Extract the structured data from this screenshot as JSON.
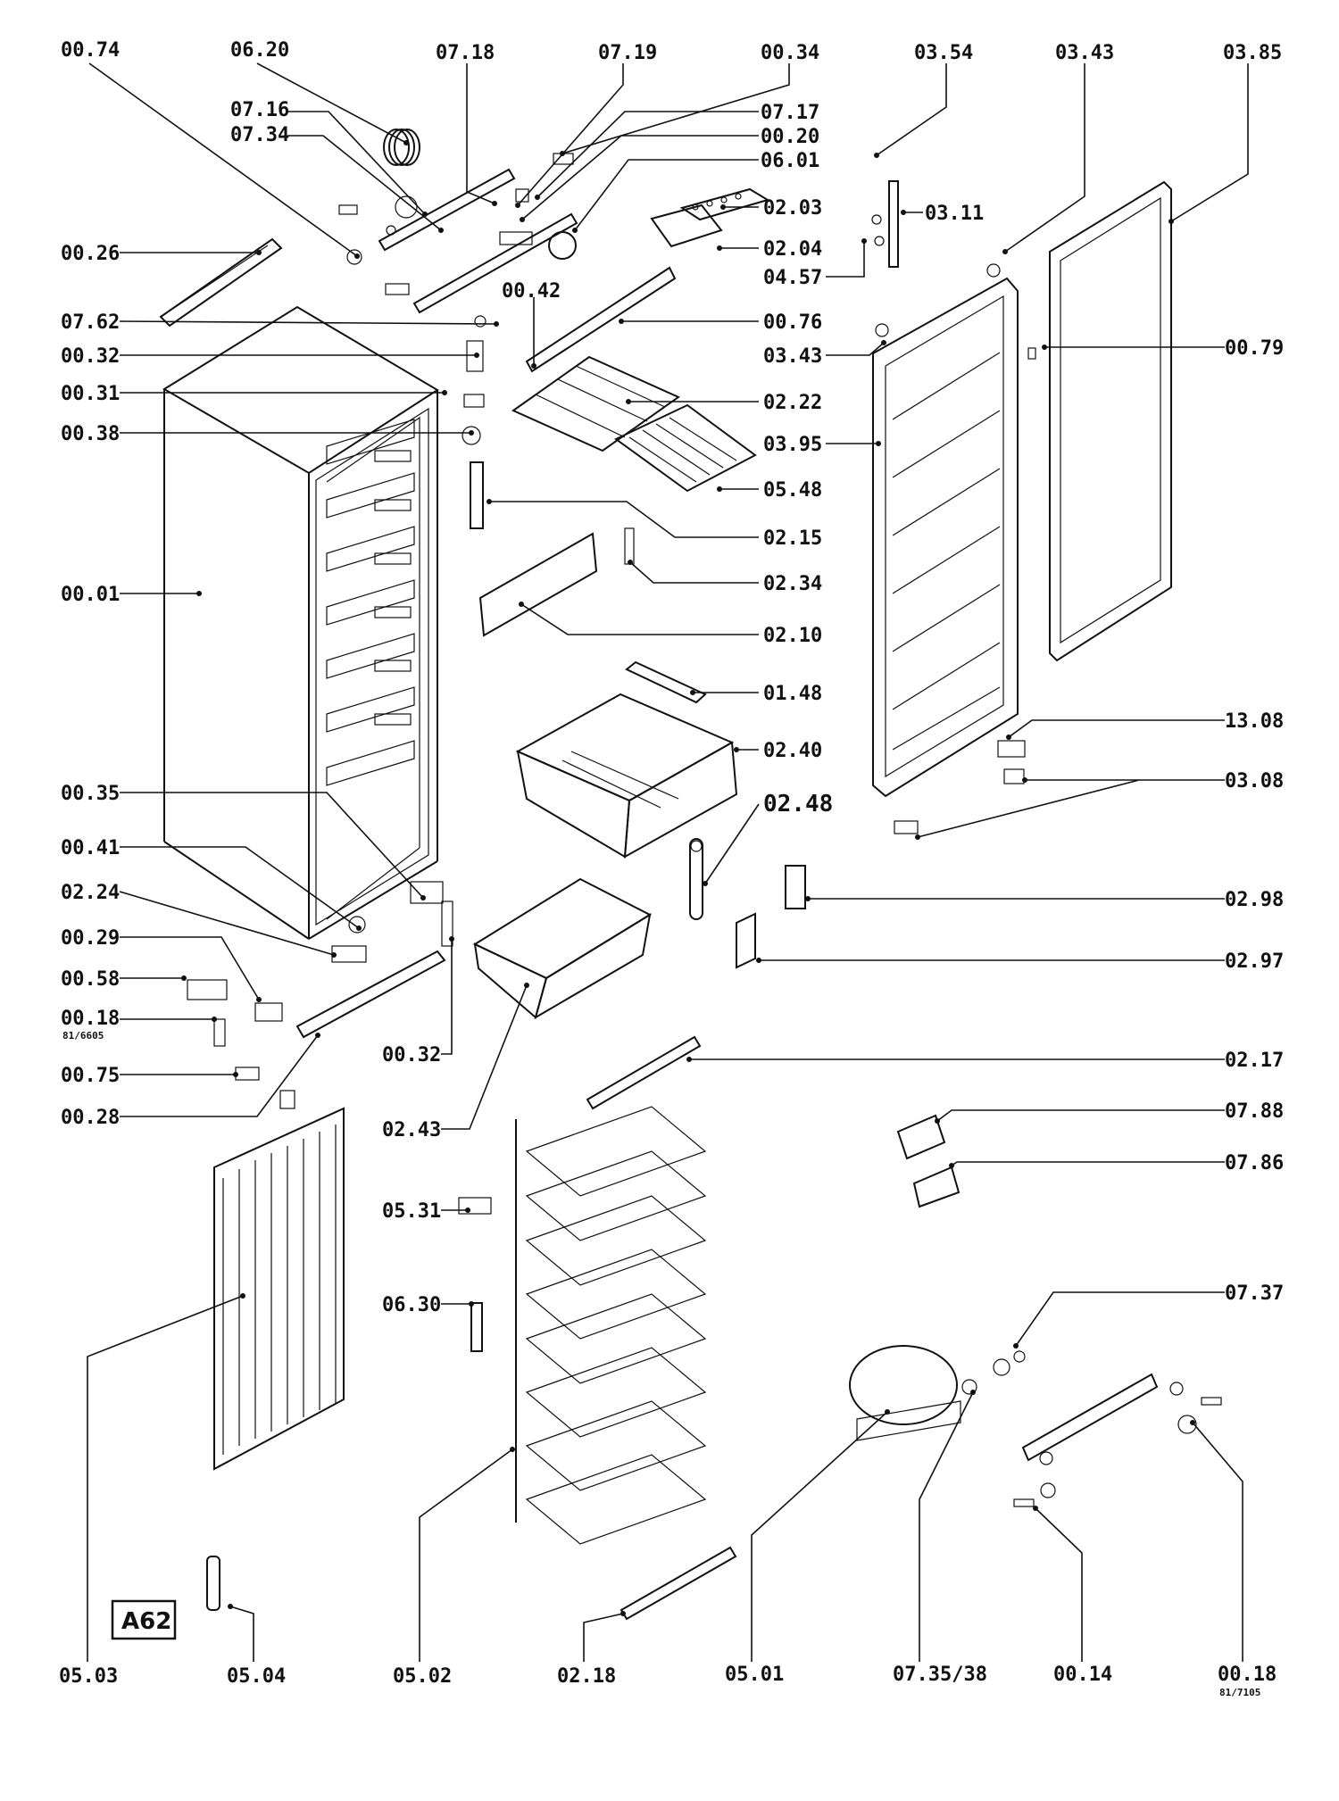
{
  "labels": {
    "l0074": "00.74",
    "l0620": "06.20",
    "l0718": "07.18",
    "l0719": "07.19",
    "l0034": "00.34",
    "l0354": "03.54",
    "l0343a": "03.43",
    "l0385": "03.85",
    "l0716": "07.16",
    "l0734": "07.34",
    "l0717": "07.17",
    "l0020": "00.20",
    "l0601": "06.01",
    "l0203": "02.03",
    "l0311": "03.11",
    "l0204": "02.04",
    "l0457": "04.57",
    "l0026": "00.26",
    "l0042": "00.42",
    "l0762": "07.62",
    "l0076": "00.76",
    "l0343b": "03.43",
    "l0079": "00.79",
    "l0032a": "00.32",
    "l0031": "00.31",
    "l0222": "02.22",
    "l0038": "00.38",
    "l0395": "03.95",
    "l0548": "05.48",
    "l0215": "02.15",
    "l0001": "00.01",
    "l0234": "02.34",
    "l0210": "02.10",
    "l0148": "01.48",
    "l1308": "13.08",
    "l0240": "02.40",
    "l0035": "00.35",
    "l0308": "03.08",
    "l0248": "02.48",
    "l0041": "00.41",
    "l0224": "02.24",
    "l0298": "02.98",
    "l0029": "00.29",
    "l0297": "02.97",
    "l0058": "00.58",
    "l0018a": "00.18",
    "l0018a_sub": "81/6605",
    "l0075": "00.75",
    "l0032b": "00.32",
    "l0217": "02.17",
    "l0028": "00.28",
    "l0243": "02.43",
    "l0788": "07.88",
    "l0786": "07.86",
    "l0531": "05.31",
    "l0737": "07.37",
    "l0630": "06.30",
    "l0503": "05.03",
    "l0504": "05.04",
    "l0502": "05.02",
    "l0218": "02.18",
    "l0501": "05.01",
    "l0735": "07.35/38",
    "l0014": "00.14",
    "l0018b": "00.18",
    "l0018b_sub": "81/7105"
  },
  "badge": {
    "text": "A62"
  }
}
